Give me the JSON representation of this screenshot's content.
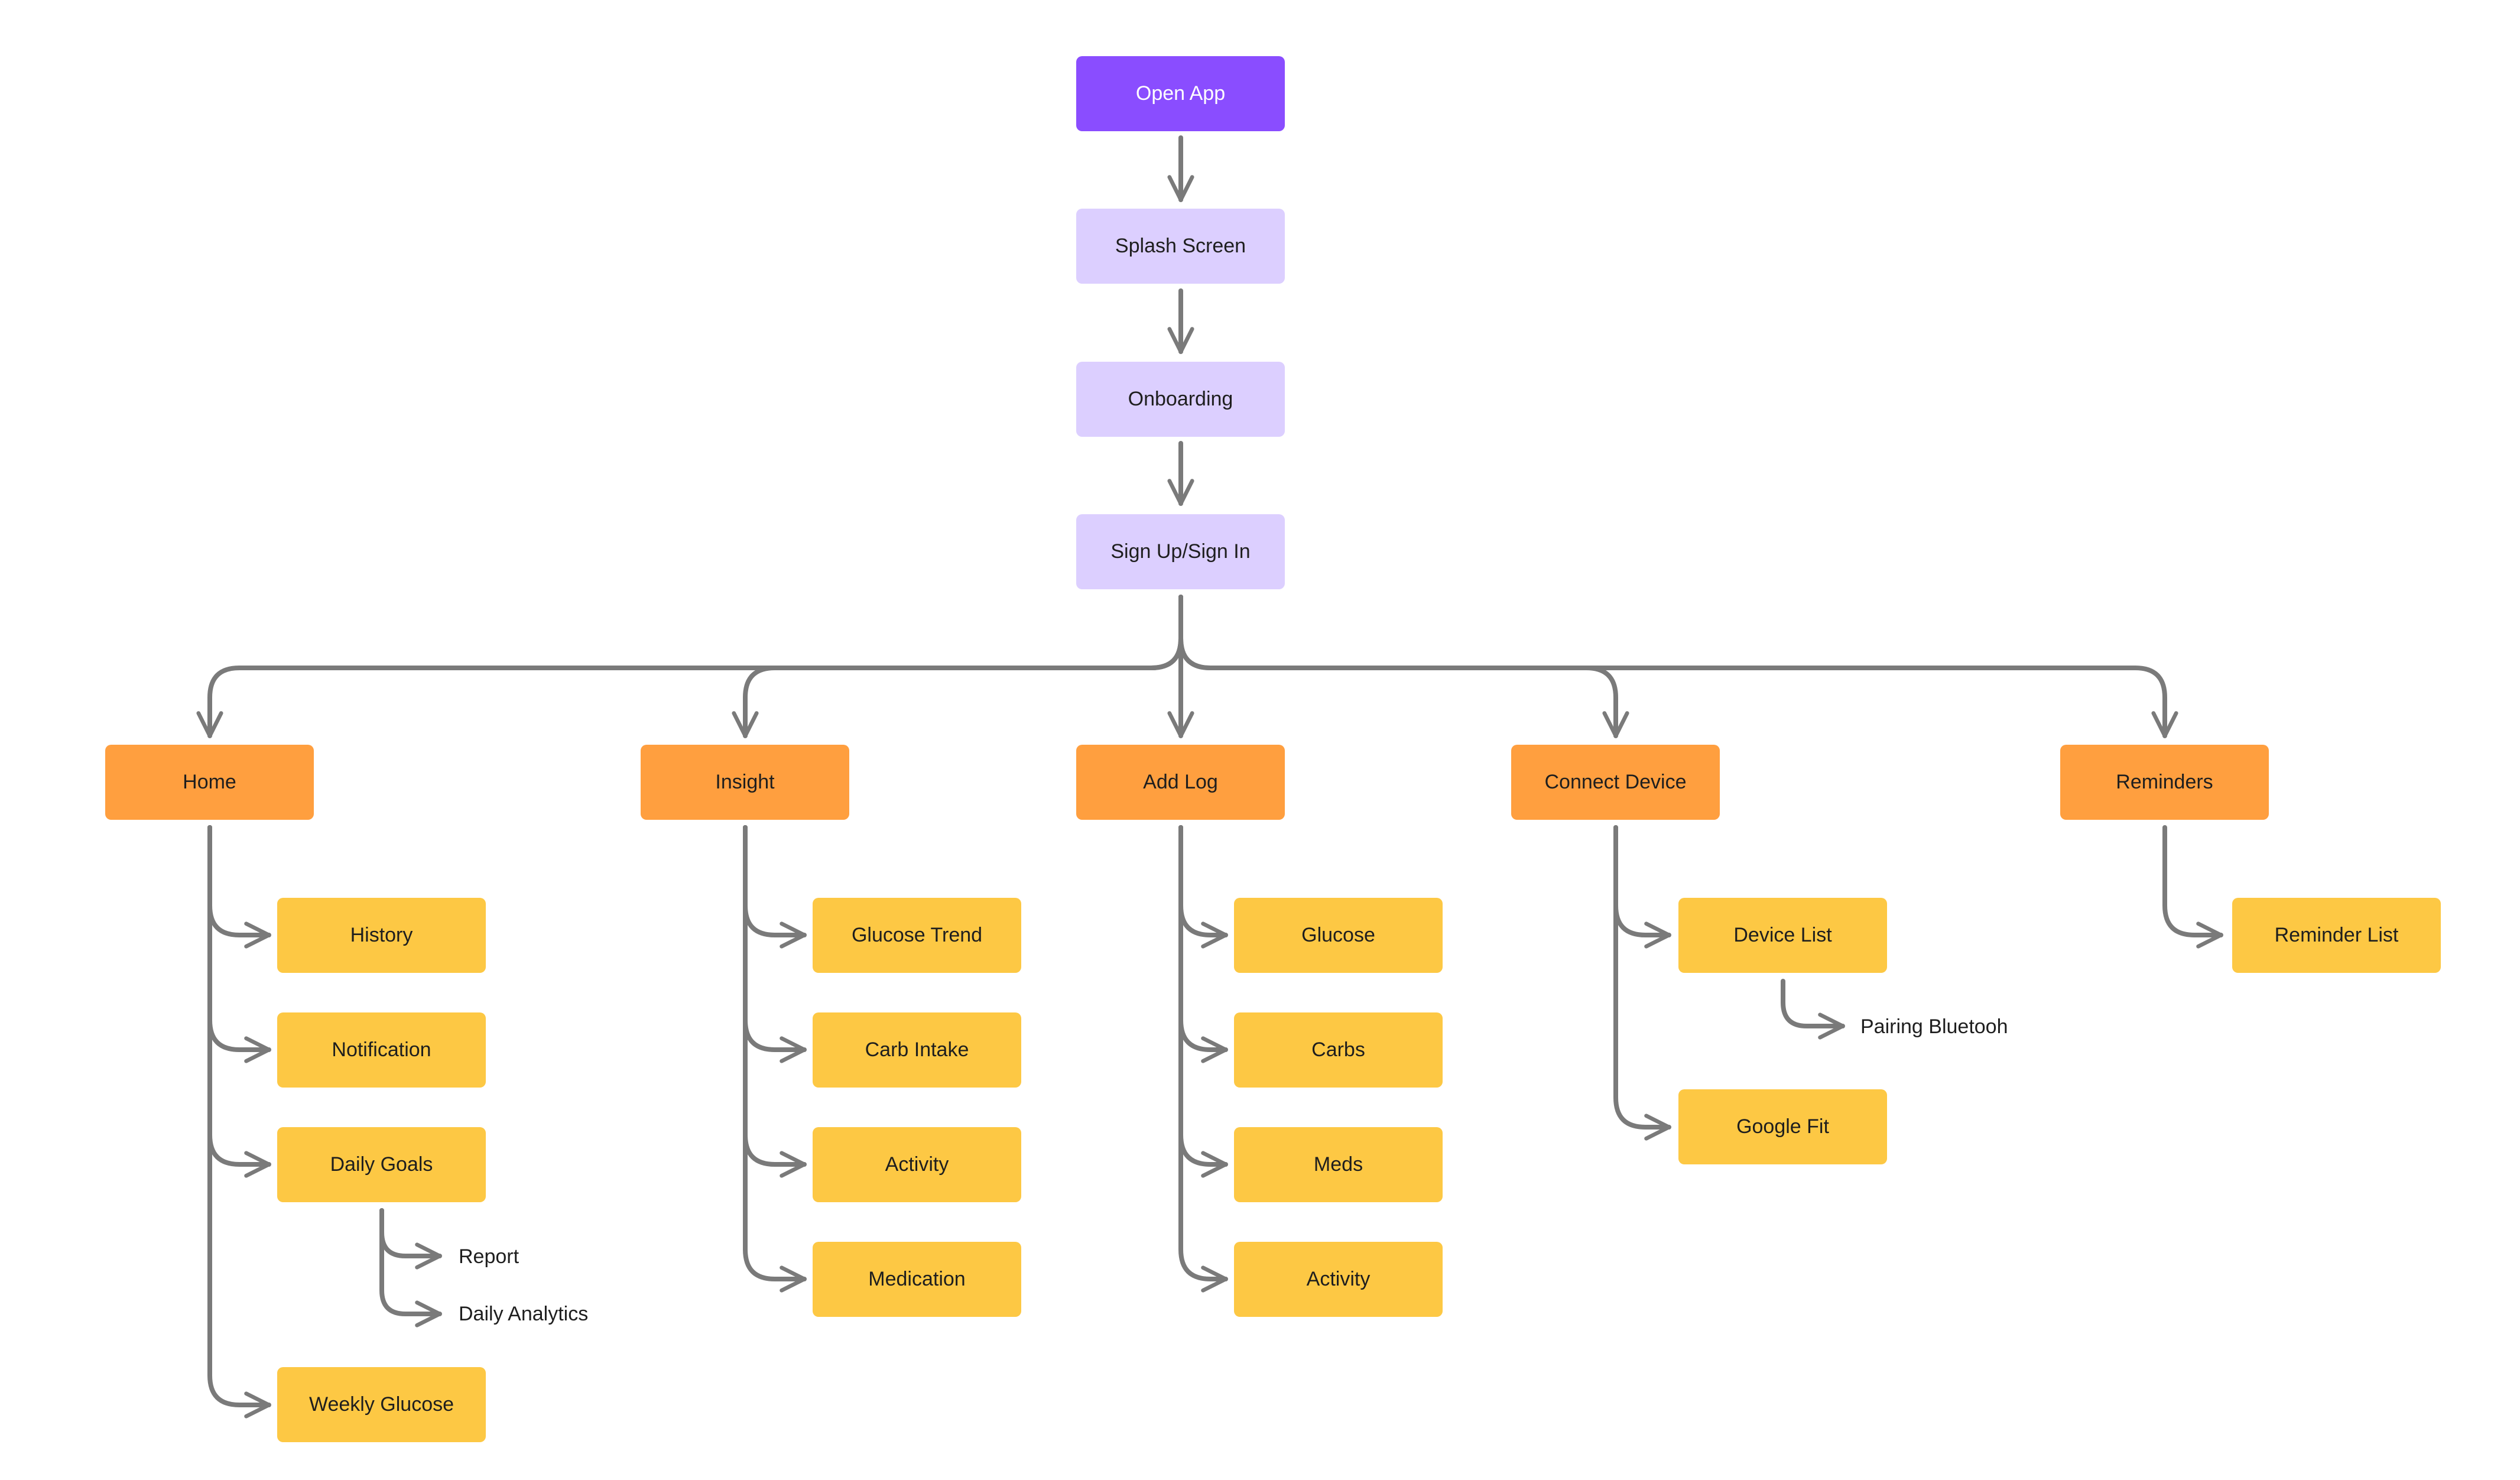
{
  "colors": {
    "root": "#8a4dff",
    "flow": "#dccfff",
    "section": "#ff9f3f",
    "page": "#fdc844",
    "wire": "#7a7a7a"
  },
  "flow": {
    "open_app": "Open App",
    "splash_screen": "Splash Screen",
    "onboarding": "Onboarding",
    "sign_in": "Sign Up/Sign In"
  },
  "sections": {
    "home": {
      "label": "Home",
      "items": [
        "History",
        "Notification",
        "Daily Goals",
        "Weekly Glucose"
      ],
      "sub": [
        "Report",
        "Daily Analytics"
      ]
    },
    "insight": {
      "label": "Insight",
      "items": [
        "Glucose Trend",
        "Carb Intake",
        "Activity",
        "Medication"
      ]
    },
    "add_log": {
      "label": "Add Log",
      "items": [
        "Glucose",
        "Carbs",
        "Meds",
        "Activity"
      ]
    },
    "connect_device": {
      "label": "Connect Device",
      "items": [
        "Device List",
        "Google Fit"
      ],
      "sub": [
        "Pairing Bluetooh"
      ]
    },
    "reminders": {
      "label": "Reminders",
      "items": [
        "Reminder List"
      ]
    }
  }
}
